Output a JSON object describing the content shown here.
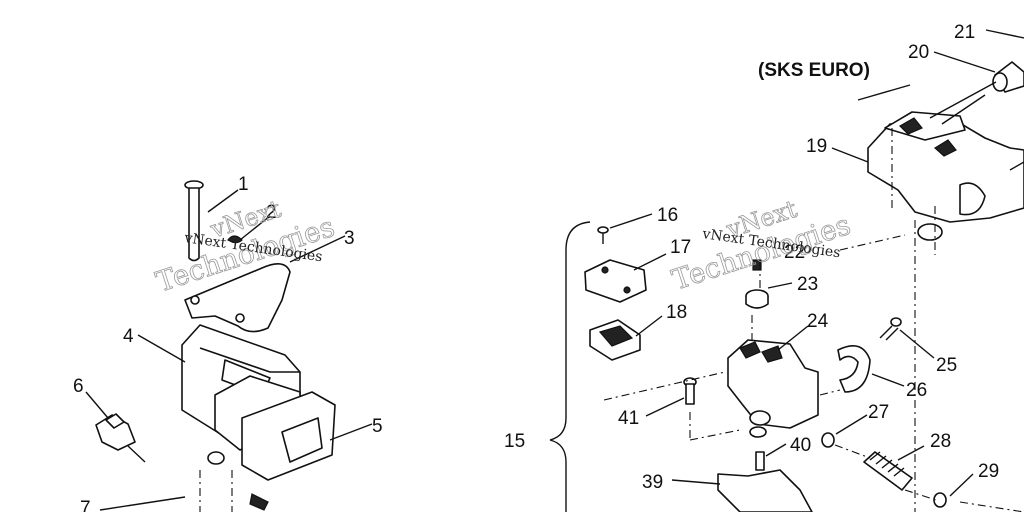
{
  "heading": "(SKS EURO)",
  "watermark": {
    "line1": "vNext",
    "line2": "Technologies",
    "caption": "vNext Technologies"
  },
  "callouts": [
    "1",
    "2",
    "3",
    "4",
    "5",
    "6",
    "7",
    "15",
    "16",
    "17",
    "18",
    "19",
    "20",
    "21",
    "22",
    "23",
    "24",
    "25",
    "26",
    "27",
    "28",
    "29",
    "39",
    "40",
    "41"
  ]
}
